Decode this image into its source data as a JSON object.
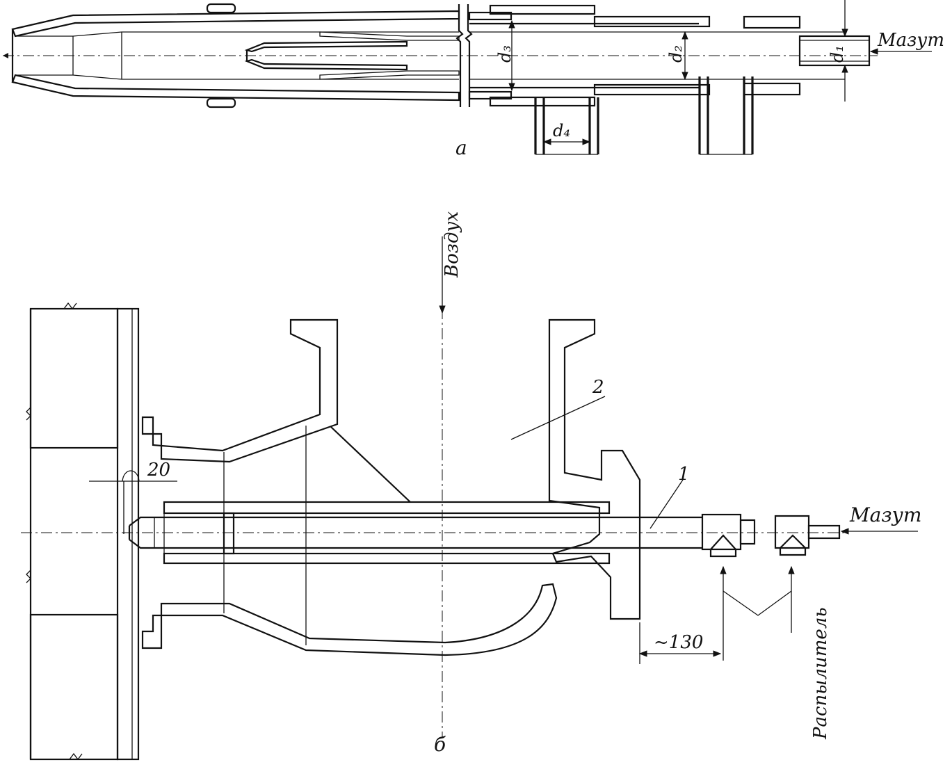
{
  "labels": {
    "fuel_top": "Мазут",
    "fuel_bottom": "Мазут",
    "air": "Воздух",
    "atomizer": "Распылитель",
    "view_a": "а",
    "view_b": "б",
    "part_1": "1",
    "part_2": "2",
    "dim_20": "20",
    "dim_130": "~130",
    "d1": "d₁",
    "d2": "d₂",
    "d3": "d₃",
    "d4": "d₄"
  }
}
